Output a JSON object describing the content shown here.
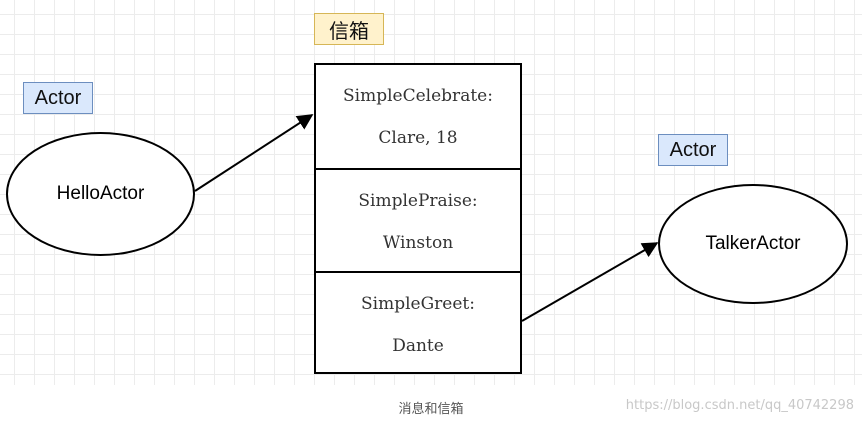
{
  "diagram": {
    "mailbox_label": "信箱",
    "actor_tag_left": "Actor",
    "actor_tag_right": "Actor",
    "sender": "HelloActor",
    "receiver": "TalkerActor",
    "messages": [
      {
        "type": "SimpleCelebrate:",
        "payload": "Clare, 18"
      },
      {
        "type": "SimplePraise:",
        "payload": "Winston"
      },
      {
        "type": "SimpleGreet:",
        "payload": "Dante"
      }
    ]
  },
  "caption": "消息和信箱",
  "watermark": "https://blog.csdn.net/qq_40742298",
  "colors": {
    "actor_tag_fill": "#dae8fc",
    "actor_tag_border": "#6c8ebf",
    "mailbox_tag_fill": "#fff2cc",
    "mailbox_tag_border": "#d6b656"
  }
}
